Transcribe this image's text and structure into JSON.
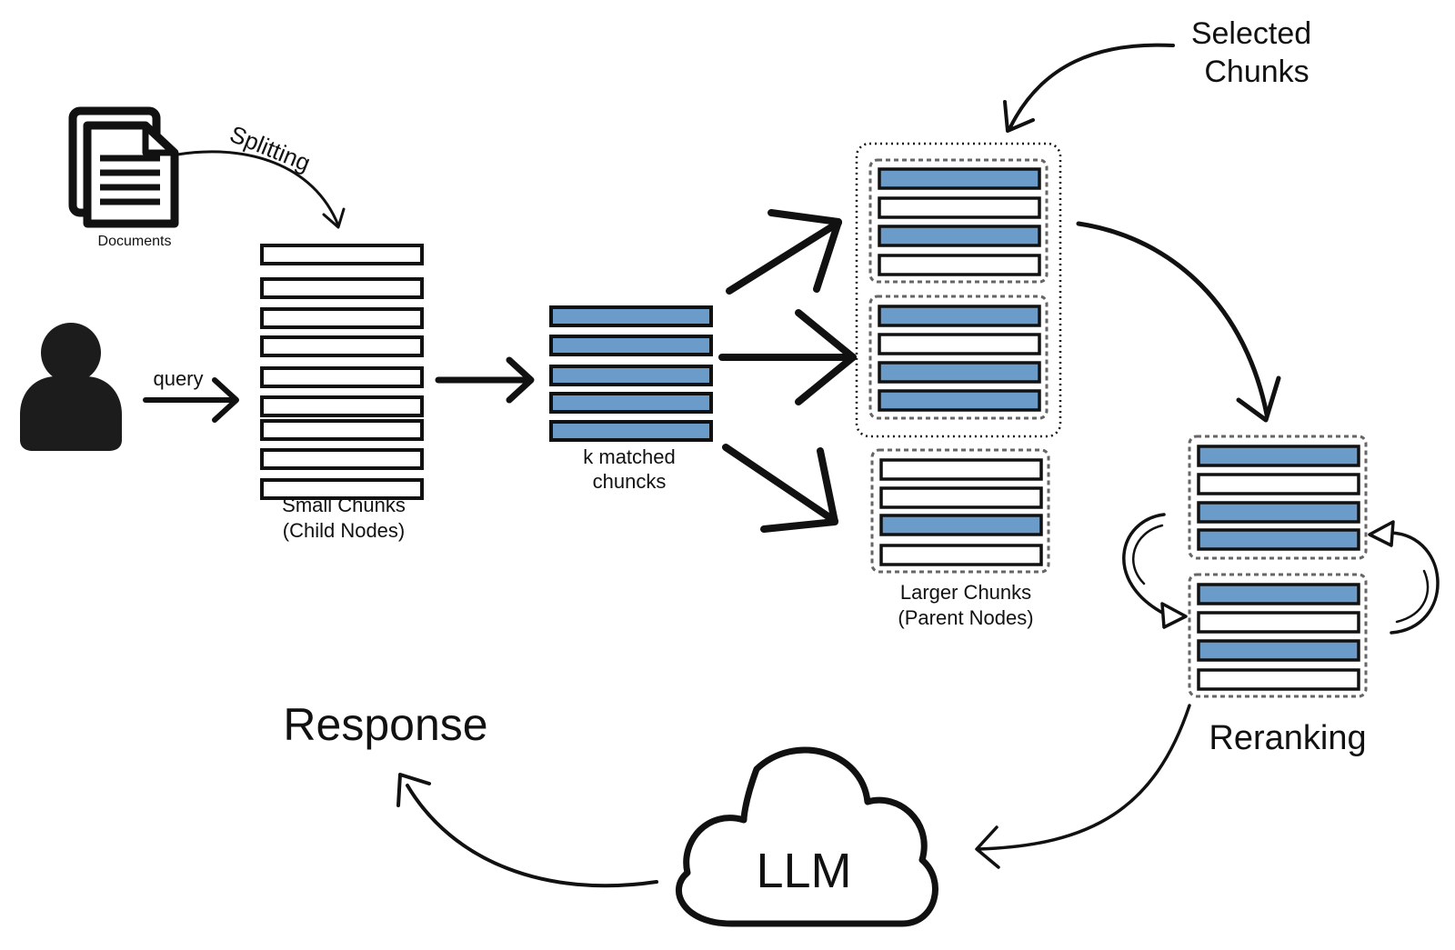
{
  "labels": {
    "documents": "Documents",
    "splitting": "Splitting",
    "query": "query",
    "small_chunks_line1": "Small Chunks",
    "small_chunks_line2": "(Child Nodes)",
    "k_matched_line1": "k matched",
    "k_matched_line2": "chuncks",
    "selected_line1": "Selected",
    "selected_line2": "Chunks",
    "larger_line1": "Larger Chunks",
    "larger_line2": "(Parent Nodes)",
    "reranking": "Reranking",
    "llm": "LLM",
    "response": "Response"
  },
  "colors": {
    "highlight": "#6b9bc9",
    "outline": "#111111",
    "dashed": "#666666",
    "background": "#ffffff"
  },
  "icons": {
    "user": "user-icon",
    "documents": "documents-icon",
    "cloud": "cloud-icon"
  },
  "groups": {
    "small_chunks": [
      false,
      false,
      false,
      false,
      false,
      false,
      false,
      false,
      false
    ],
    "k_matched": [
      true,
      true,
      true,
      true,
      true
    ],
    "larger_chunk_1": [
      true,
      false,
      true,
      false
    ],
    "larger_chunk_2": [
      true,
      false,
      true,
      true
    ],
    "larger_chunk_3": [
      false,
      false,
      true,
      false
    ],
    "reranked_1": [
      true,
      false,
      true,
      true
    ],
    "reranked_2": [
      true,
      false,
      true,
      false
    ]
  }
}
